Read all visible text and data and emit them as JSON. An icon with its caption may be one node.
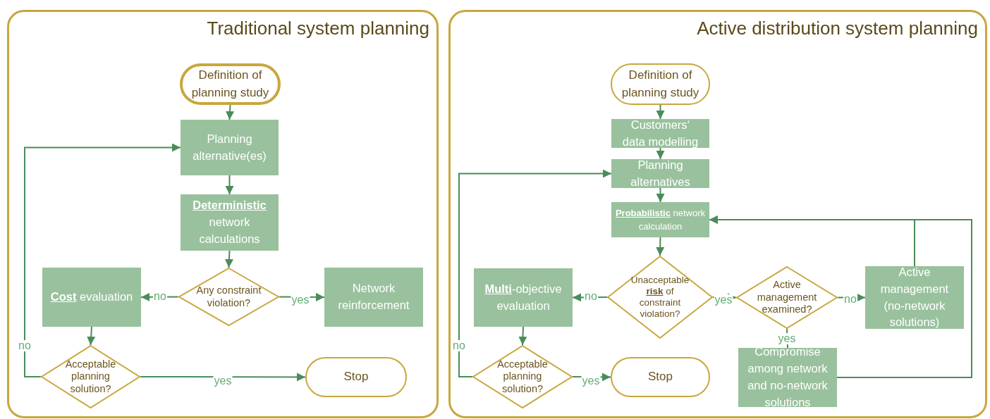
{
  "diagram": {
    "nodes": [
      {
        "text": [
          "Traditional system planning"
        ]
      },
      {
        "text": [
          "Definition of planning study"
        ],
        "in": 0
      },
      {
        "text": [
          "Planning alternative(es)"
        ],
        "in": 0
      },
      {
        "text": [
          "**Deterministic** network calculations"
        ],
        "in": 0
      },
      {
        "text": [
          "Any constraint violation?"
        ],
        "in": 0
      },
      {
        "text": [
          "Network reinforcement"
        ],
        "in": 0
      },
      {
        "text": [
          "**Cost** evaluation"
        ],
        "in": 0
      },
      {
        "text": [
          "Acceptable planning solution?"
        ],
        "in": 0
      },
      {
        "text": [
          "Stop"
        ],
        "in": 0
      },
      {
        "text": [
          "Active distribution system planning"
        ]
      },
      {
        "text": [
          "Definition of planning study"
        ],
        "in": 9
      },
      {
        "text": [
          "Customers‘ data modelling"
        ],
        "in": 9
      },
      {
        "text": [
          "Planning alternatives"
        ],
        "in": 9
      },
      {
        "text": [
          "**Probabilistic** network calculation"
        ],
        "in": 9
      },
      {
        "text": [
          "Unacceptable **risk** of constraint violation?"
        ],
        "in": 9
      },
      {
        "text": [
          "**Multi**-objective evaluation"
        ],
        "in": 9
      },
      {
        "text": [
          "Active management examined?"
        ],
        "in": 9
      },
      {
        "text": [
          "Active management (no-network solutions)"
        ],
        "in": 9
      },
      {
        "text": [
          "Compromise among network and no-network solutions"
        ],
        "in": 9
      },
      {
        "text": [
          "Acceptable planning solution?"
        ],
        "in": 9
      },
      {
        "text": [
          "Stop"
        ],
        "in": 9
      }
    ],
    "edges": [
      {
        "from": 1,
        "to": 2,
        "arrow": "to"
      },
      {
        "from": 2,
        "to": 3,
        "arrow": "to"
      },
      {
        "from": 3,
        "to": 4,
        "arrow": "to"
      },
      {
        "from": 4,
        "to": 6,
        "arrow": "to",
        "label": "no"
      },
      {
        "from": 4,
        "to": 5,
        "arrow": "to",
        "label": "yes"
      },
      {
        "from": 6,
        "to": 7,
        "arrow": "to"
      },
      {
        "from": 7,
        "to": 8,
        "arrow": "to",
        "label": "yes"
      },
      {
        "from": 7,
        "to": 2,
        "arrow": "to",
        "label": "no"
      },
      {
        "from": 10,
        "to": 11,
        "arrow": "to"
      },
      {
        "from": 11,
        "to": 12,
        "arrow": "to"
      },
      {
        "from": 12,
        "to": 13,
        "arrow": "to"
      },
      {
        "from": 13,
        "to": 14,
        "arrow": "to"
      },
      {
        "from": 14,
        "to": 15,
        "arrow": "to",
        "label": "no"
      },
      {
        "from": 14,
        "to": 16,
        "arrow": "to",
        "label": "yes"
      },
      {
        "from": 16,
        "to": 17,
        "arrow": "to",
        "label": "no"
      },
      {
        "from": 16,
        "to": 18,
        "arrow": "none",
        "label": "yes"
      },
      {
        "from": 17,
        "to": 13,
        "arrow": "to"
      },
      {
        "from": 18,
        "to": 13,
        "arrow": "to"
      },
      {
        "from": 15,
        "to": 19,
        "arrow": "to"
      },
      {
        "from": 19,
        "to": 20,
        "arrow": "to",
        "label": "yes"
      },
      {
        "from": 19,
        "to": 12,
        "arrow": "to",
        "label": "no"
      }
    ]
  }
}
